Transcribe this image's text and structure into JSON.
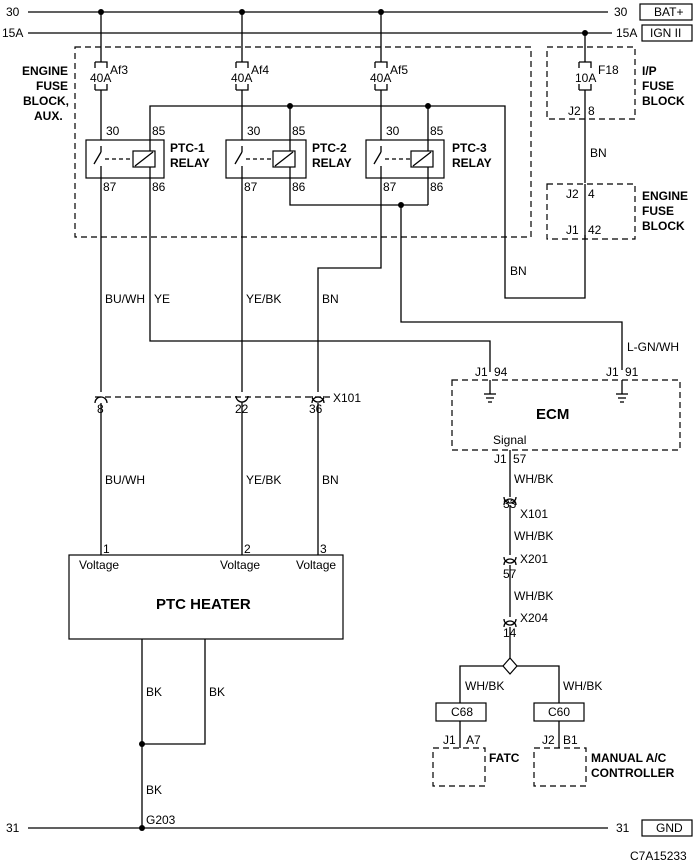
{
  "power": {
    "bat_line": "30",
    "bat_line_right": "30",
    "bat_label": "BAT+",
    "ign_line": "15A",
    "ign_line_right": "15A",
    "ign_label": "IGN II",
    "gnd_line": "31",
    "gnd_line_right": "31",
    "gnd_label": "GND"
  },
  "aux_fuse_block": {
    "label_lines": [
      "ENGINE",
      "FUSE",
      "BLOCK,",
      "AUX."
    ],
    "fuses": [
      {
        "name": "Af3",
        "rating": "40A"
      },
      {
        "name": "Af4",
        "rating": "40A"
      },
      {
        "name": "Af5",
        "rating": "40A"
      }
    ]
  },
  "relays": [
    {
      "line1": "PTC-1",
      "line2": "RELAY",
      "pins": [
        "30",
        "85",
        "87",
        "86"
      ]
    },
    {
      "line1": "PTC-2",
      "line2": "RELAY",
      "pins": [
        "30",
        "85",
        "87",
        "86"
      ]
    },
    {
      "line1": "PTC-3",
      "line2": "RELAY",
      "pins": [
        "30",
        "85",
        "87",
        "86"
      ]
    }
  ],
  "ip_fuse_block": {
    "label_lines": [
      "I/P",
      "FUSE",
      "BLOCK"
    ],
    "fuse_name": "F18",
    "rating": "10A",
    "conn": "J2",
    "pin": "8"
  },
  "engine_fuse_block": {
    "label_lines": [
      "ENGINE",
      "FUSE",
      "BLOCK"
    ],
    "conn_top": "J2",
    "pin_top": "4",
    "conn_bottom": "J1",
    "pin_bottom": "42"
  },
  "wires": {
    "bn_ip": "BN",
    "bn_efb": "BN",
    "bu_wh_top": "BU/WH",
    "ye": "YE",
    "ye_bk_top": "YE/BK",
    "bn_top": "BN",
    "l_gn_wh": "L-GN/WH",
    "bu_wh_bottom": "BU/WH",
    "ye_bk_bottom": "YE/BK",
    "bn_bottom": "BN",
    "wh_bk_1": "WH/BK",
    "wh_bk_2": "WH/BK",
    "wh_bk_3": "WH/BK",
    "wh_bk_left": "WH/BK",
    "wh_bk_right": "WH/BK",
    "bk_left": "BK",
    "bk_right": "BK",
    "bk_bottom": "BK"
  },
  "connector_x101": {
    "name": "X101",
    "pins": [
      "8",
      "22",
      "36"
    ]
  },
  "ecm": {
    "label": "ECM",
    "pin_left_conn": "J1",
    "pin_left": "94",
    "pin_right_conn": "J1",
    "pin_right": "91",
    "signal_label": "Signal",
    "signal_conn": "J1",
    "signal_pin": "57"
  },
  "inline_connectors": [
    {
      "pin": "33",
      "name": "X101"
    },
    {
      "pin": "57",
      "name": "X201"
    },
    {
      "pin": "14",
      "name": "X204"
    }
  ],
  "ptc_heater": {
    "label": "PTC HEATER",
    "pins": [
      {
        "num": "1",
        "label": "Voltage"
      },
      {
        "num": "2",
        "label": "Voltage"
      },
      {
        "num": "3",
        "label": "Voltage"
      }
    ]
  },
  "modules": {
    "c68": "C68",
    "c60": "C60",
    "fatc_conn": "J1",
    "fatc_pin": "A7",
    "fatc_label": "FATC",
    "manual_conn": "J2",
    "manual_pin": "B1",
    "manual_label_1": "MANUAL A/C",
    "manual_label_2": "CONTROLLER"
  },
  "ground": {
    "name": "G203"
  },
  "diagram_id": "C7A15233"
}
